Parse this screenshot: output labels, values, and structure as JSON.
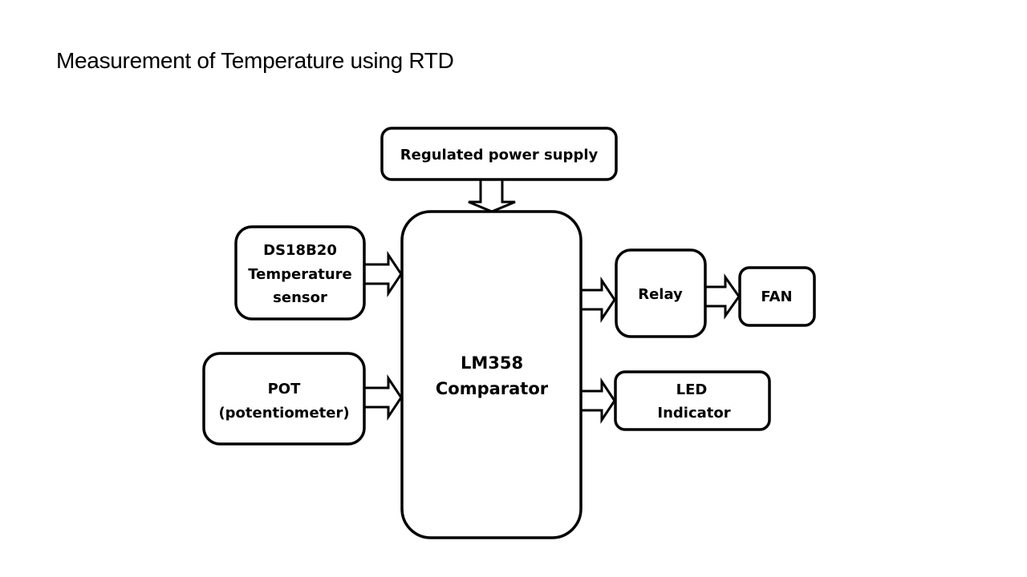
{
  "title": "Measurement of Temperature using RTD",
  "blocks": {
    "power_supply": {
      "lines": [
        "Regulated power supply"
      ]
    },
    "sensor": {
      "lines": [
        "DS18B20",
        "Temperature",
        "sensor"
      ]
    },
    "pot": {
      "lines": [
        "POT",
        "(potentiometer)"
      ]
    },
    "comparator": {
      "lines": [
        "LM358",
        "Comparator"
      ]
    },
    "relay": {
      "lines": [
        "Relay"
      ]
    },
    "fan": {
      "lines": [
        "FAN"
      ]
    },
    "led": {
      "lines": [
        "LED",
        "Indicator"
      ]
    }
  },
  "connections": [
    {
      "from": "power_supply",
      "to": "comparator"
    },
    {
      "from": "sensor",
      "to": "comparator"
    },
    {
      "from": "pot",
      "to": "comparator"
    },
    {
      "from": "comparator",
      "to": "relay"
    },
    {
      "from": "relay",
      "to": "fan"
    },
    {
      "from": "comparator",
      "to": "led"
    }
  ]
}
